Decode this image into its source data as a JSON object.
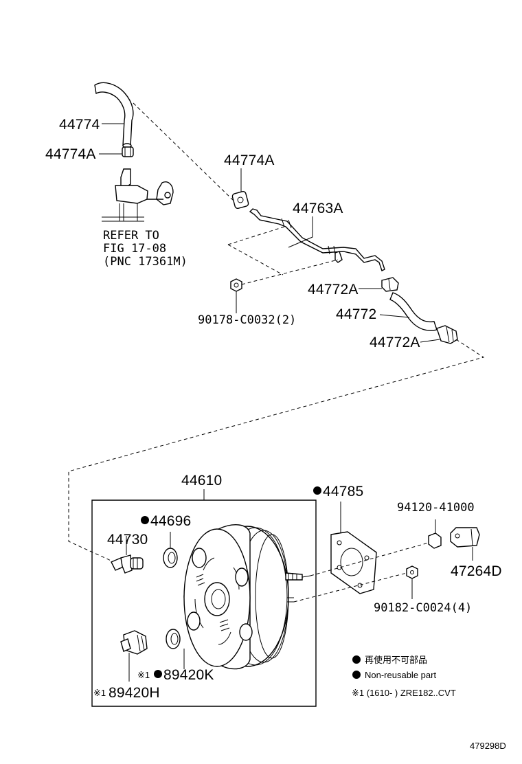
{
  "labels": {
    "p44774": "44774",
    "p44774A_left": "44774A",
    "p44774A_top": "44774A",
    "p44763A": "44763A",
    "p44772A_upper": "44772A",
    "p44772": "44772",
    "p44772A_lower": "44772A",
    "p90178": "90178-C0032(2)",
    "p44610": "44610",
    "p44785": "44785",
    "p44696": "44696",
    "p44730": "44730",
    "p94120": "94120-41000",
    "p47264D": "47264D",
    "p90182": "90182-C0024(4)",
    "p89420K": "89420K",
    "p89420H": "89420H",
    "ref_line1": "REFER TO",
    "ref_line2": "FIG 17-08",
    "ref_line3": "(PNC 17361M)",
    "ref_note_mark": "※1",
    "ref_note_mark_h": "※1"
  },
  "legend": {
    "jp": "再使用不可部品",
    "en": "Non-reusable part",
    "note": "※1 (1610-      ) ZRE182..CVT"
  },
  "figure_id": "479298D"
}
